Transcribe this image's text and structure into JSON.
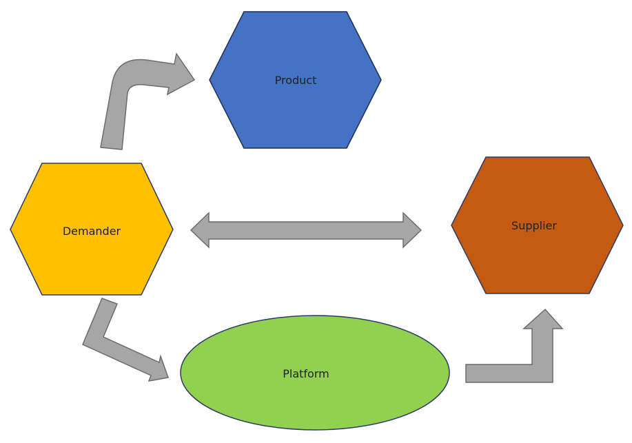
{
  "nodes": {
    "product": {
      "label": "Product",
      "fill": "#4472c4",
      "stroke": "#1f2d55"
    },
    "demander": {
      "label": "Demander",
      "fill": "#ffc000",
      "stroke": "#2b3a67"
    },
    "supplier": {
      "label": "Supplier",
      "fill": "#c55a11",
      "stroke": "#2b3a67"
    },
    "platform": {
      "label": "Platform",
      "fill": "#92d050",
      "stroke": "#2b3a67"
    }
  },
  "arrows": {
    "fill": "#a6a6a6",
    "stroke": "#6b6b6b",
    "connections": [
      {
        "from": "demander",
        "to": "product",
        "style": "curved-single"
      },
      {
        "from": "demander",
        "to": "supplier",
        "style": "double-headed"
      },
      {
        "from": "demander",
        "to": "platform",
        "style": "bent-single"
      },
      {
        "from": "platform",
        "to": "supplier",
        "style": "bent-single"
      }
    ]
  }
}
